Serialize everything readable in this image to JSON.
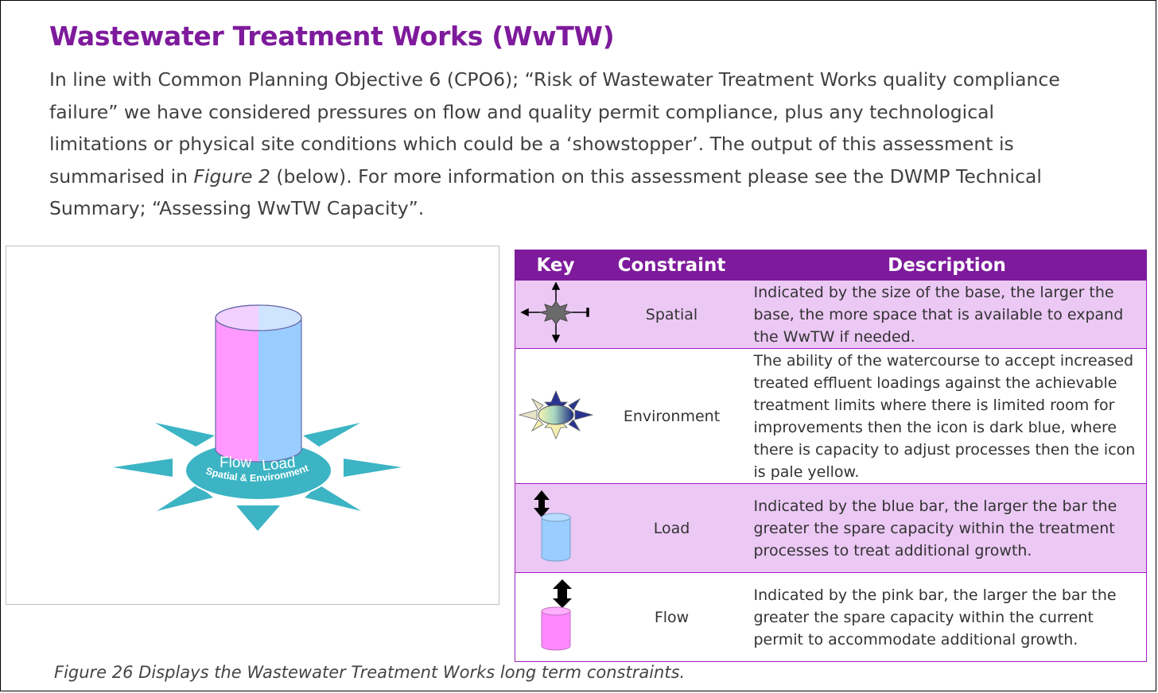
{
  "heading": {
    "title": "Wastewater Treatment Works (WwTW)"
  },
  "intro": {
    "part1": "In line with Common Planning Objective 6 (CPO6); “Risk of Wastewater Treatment Works quality compliance failure” we have considered pressures on flow and quality permit compliance, plus any technological limitations or physical site conditions which could be a ‘showstopper’. The output of this assessment is summarised in ",
    "figure_ref": "Figure 2",
    "part2": " (below). For more information on this assessment please see the DWMP Technical Summary; “Assessing WwTW Capacity”."
  },
  "diagram": {
    "flow_label": "Flow",
    "load_label": "Load",
    "base_label": "Spatial & Environment",
    "colors": {
      "flow": "#ff99ff",
      "load": "#99ccff",
      "base": "#3cb4c4"
    }
  },
  "key_table": {
    "headers": {
      "key": "Key",
      "constraint": "Constraint",
      "description": "Description"
    },
    "rows": [
      {
        "constraint": "Spatial",
        "description": "Indicated by the size of the base, the larger the base, the more space that is available to expand the WwTW if needed.",
        "icon": "spatial-arrows-icon"
      },
      {
        "constraint": "Environment",
        "description": "The ability of the watercourse to accept increased treated effluent loadings against the achievable treatment limits where there is limited room for improvements then the icon is dark blue, where there is capacity to adjust processes then the icon is pale yellow.",
        "icon": "environment-star-icon"
      },
      {
        "constraint": "Load",
        "description": "Indicated by the blue bar, the larger the bar the greater the spare capacity within the treatment processes to treat additional growth.",
        "icon": "load-cylinder-icon"
      },
      {
        "constraint": "Flow",
        "description": "Indicated by the pink bar, the larger the bar the greater the spare capacity within the current permit to accommodate additional growth.",
        "icon": "flow-cylinder-icon"
      }
    ]
  },
  "caption": "Figure 26 Displays the Wastewater Treatment Works long term constraints."
}
